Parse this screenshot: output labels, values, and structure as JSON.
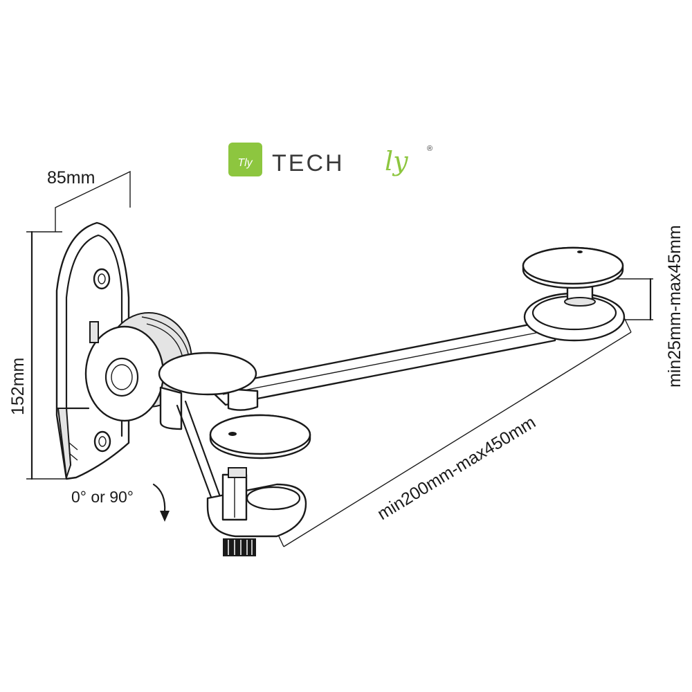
{
  "brand": {
    "logo_mark_text": "Tly",
    "wordmark_upright": "TECH",
    "wordmark_script": "ly",
    "registered_mark": "®",
    "color": "#8dc63f"
  },
  "dimensions": {
    "width": "85mm",
    "height": "152mm",
    "rotation": "0° or 90°",
    "arm_length": "min200mm-max450mm",
    "clamp_thickness": "min25mm-max45mm"
  },
  "colors": {
    "line": "#1a1a1a",
    "shade": "#e4e4e4"
  }
}
